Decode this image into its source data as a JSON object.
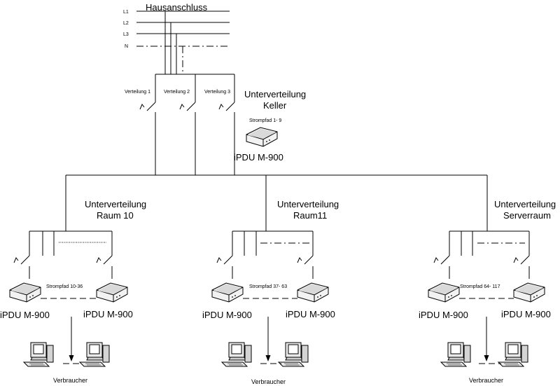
{
  "title": "Hausanschluss",
  "phases": [
    "L1",
    "L2",
    "L3",
    "N"
  ],
  "main_distributions": [
    "Verteilung 1",
    "Verteilung 2",
    "Verteilung 3"
  ],
  "keller": {
    "label_line1": "Unterverteilung",
    "label_line2": "Keller",
    "strompfad": "Strompfad 1- 9",
    "device": "iPDU M-900"
  },
  "sub_distributions": [
    {
      "label_line1": "Unterverteilung",
      "label_line2": "Raum 10",
      "strompfad": "Strompfad 10-36",
      "device_left": "iPDU M-900",
      "device_right": "iPDU M-900",
      "consumer": "Verbraucher"
    },
    {
      "label_line1": "Unterverteilung",
      "label_line2": "Raum11",
      "strompfad": "Strompfad 37- 63",
      "device_left": "iPDU M-900",
      "device_right": "iPDU M-900",
      "consumer": "Verbraucher"
    },
    {
      "label_line1": "Unterverteilung",
      "label_line2": "Serverraum",
      "strompfad": "Strompfad 64- 117",
      "device_left": "iPDU M-900",
      "device_right": "iPDU M-900",
      "consumer": "Verbraucher"
    }
  ]
}
